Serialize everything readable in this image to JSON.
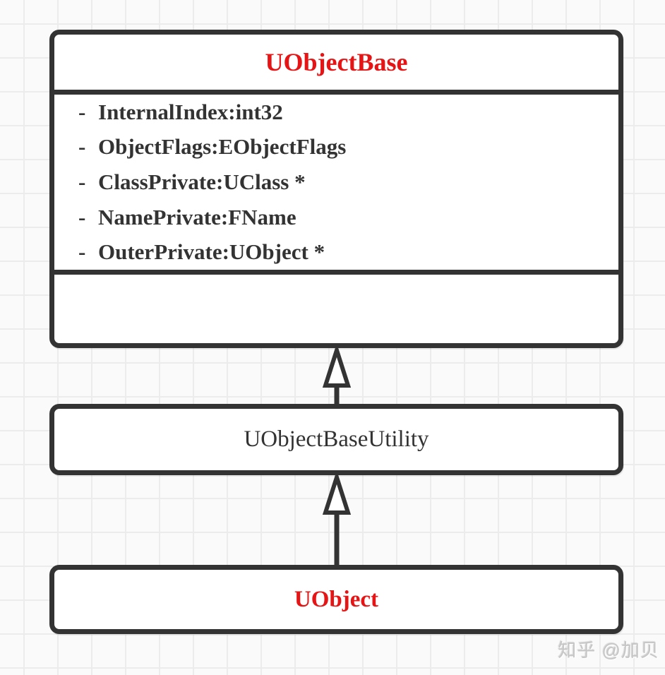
{
  "colors": {
    "accent_red": "#e61414",
    "line_dark": "#333333",
    "grid_line": "#ececec",
    "canvas_bg": "#fafafa",
    "box_fill": "#ffffff"
  },
  "uml": {
    "uobjectbase": {
      "title": "UObjectBase",
      "fields": [
        {
          "dash": "-",
          "text": "InternalIndex:int32"
        },
        {
          "dash": "-",
          "text": "ObjectFlags:EObjectFlags"
        },
        {
          "dash": "-",
          "text": "ClassPrivate:UClass *"
        },
        {
          "dash": "-",
          "text": "NamePrivate:FName"
        },
        {
          "dash": "-",
          "text": "OuterPrivate:UObject *"
        }
      ]
    },
    "uobjectbaseutility": {
      "title": "UObjectBaseUtility"
    },
    "uobject": {
      "title": "UObject"
    },
    "relationships": [
      {
        "type": "inheritance",
        "from": "UObjectBaseUtility",
        "to": "UObjectBase"
      },
      {
        "type": "inheritance",
        "from": "UObject",
        "to": "UObjectBaseUtility"
      }
    ]
  },
  "watermark": {
    "text": "知乎 @加贝"
  }
}
